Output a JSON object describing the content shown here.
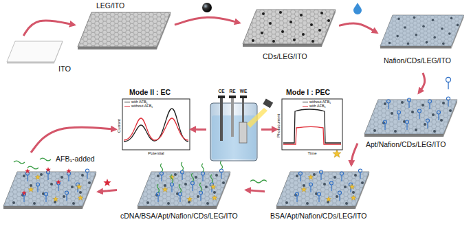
{
  "diagram": {
    "nodes": [
      {
        "text": [
          "ITO"
        ]
      },
      {
        "text": [
          "LEG/ITO"
        ]
      },
      {
        "text": [
          "CDs/LEG/ITO"
        ]
      },
      {
        "text": [
          "Nafion/CDs/LEG/ITO"
        ]
      },
      {
        "text": [
          "Apt/Nafion/CDs/LEG/ITO"
        ]
      },
      {
        "text": [
          "BSA/Apt/Nafion/CDs/LEG/ITO"
        ]
      },
      {
        "text": [
          "cDNA/BSA/Apt/Nafion/CDs/LEG/ITO"
        ]
      },
      {
        "text": [
          "AFB₁-added"
        ]
      },
      {
        "text": [
          "Mode II : EC",
          "with AFB₁",
          "without AFB₁",
          "Current",
          "Potential"
        ]
      },
      {
        "text": [
          "CE",
          "RE",
          "WE"
        ]
      },
      {
        "text": [
          "Mode I : PEC",
          "without AFB₁",
          "with AFB₁",
          "Photocurrent",
          "Time"
        ]
      }
    ],
    "edges": [
      {
        "from": 0,
        "to": 1,
        "arrow": "to"
      },
      {
        "from": 1,
        "to": 2,
        "arrow": "to"
      },
      {
        "from": 2,
        "to": 3,
        "arrow": "to"
      },
      {
        "from": 3,
        "to": 4,
        "arrow": "to"
      },
      {
        "from": 4,
        "to": 5,
        "arrow": "to"
      },
      {
        "from": 5,
        "to": 6,
        "arrow": "to"
      },
      {
        "from": 6,
        "to": 7,
        "arrow": "to"
      },
      {
        "from": 7,
        "to": 8,
        "arrow": "to"
      },
      {
        "from": 9,
        "to": 8,
        "arrow": "to"
      },
      {
        "from": 9,
        "to": 10,
        "arrow": "to"
      }
    ]
  }
}
